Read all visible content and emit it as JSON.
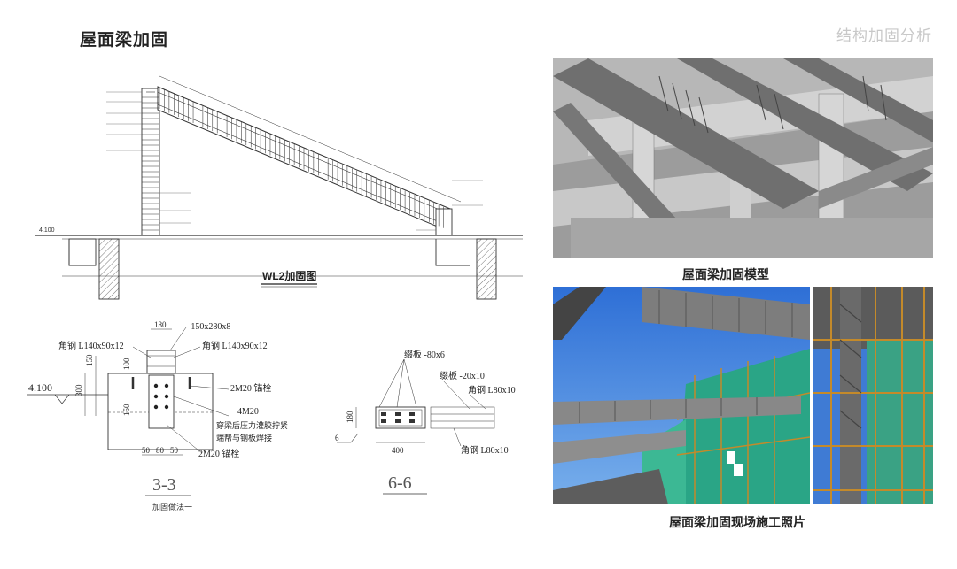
{
  "page": {
    "title": "屋面梁加固",
    "section_label": "结构加固分析"
  },
  "elevation": {
    "drawing_title": "WL2加固图",
    "level": "4.100"
  },
  "section33": {
    "labels": {
      "angle_left": "角钢 L140x90x12",
      "angle_right": "角钢 L140x90x12",
      "plate": "-150x280x8",
      "anchor_top": "2M20 锚栓",
      "bolt": "4M20",
      "note1": "穿梁后压力灌胶拧紧",
      "note2": "端帮与钢板焊接",
      "anchor_bottom": "2M20 锚栓",
      "level": "4.100",
      "dim_top": "180",
      "dim_v1": "150",
      "dim_v2": "100",
      "dim_v3": "300",
      "dim_v4": "150",
      "dim_b1": "50",
      "dim_b2": "80",
      "dim_b3": "50"
    },
    "title": "3-3",
    "subtitle": "加固做法一"
  },
  "section66": {
    "labels": {
      "batten1": "缀板 -80x6",
      "batten2": "缀板 -20x10",
      "angle_top": "角钢 L80x10",
      "angle_bottom": "角钢 L80x10",
      "dim_h": "180",
      "dim_w": "400",
      "weld": "6"
    },
    "title": "6-6"
  },
  "photos": {
    "model_caption": "屋面梁加固模型",
    "site_caption": "屋面梁加固现场施工照片"
  }
}
